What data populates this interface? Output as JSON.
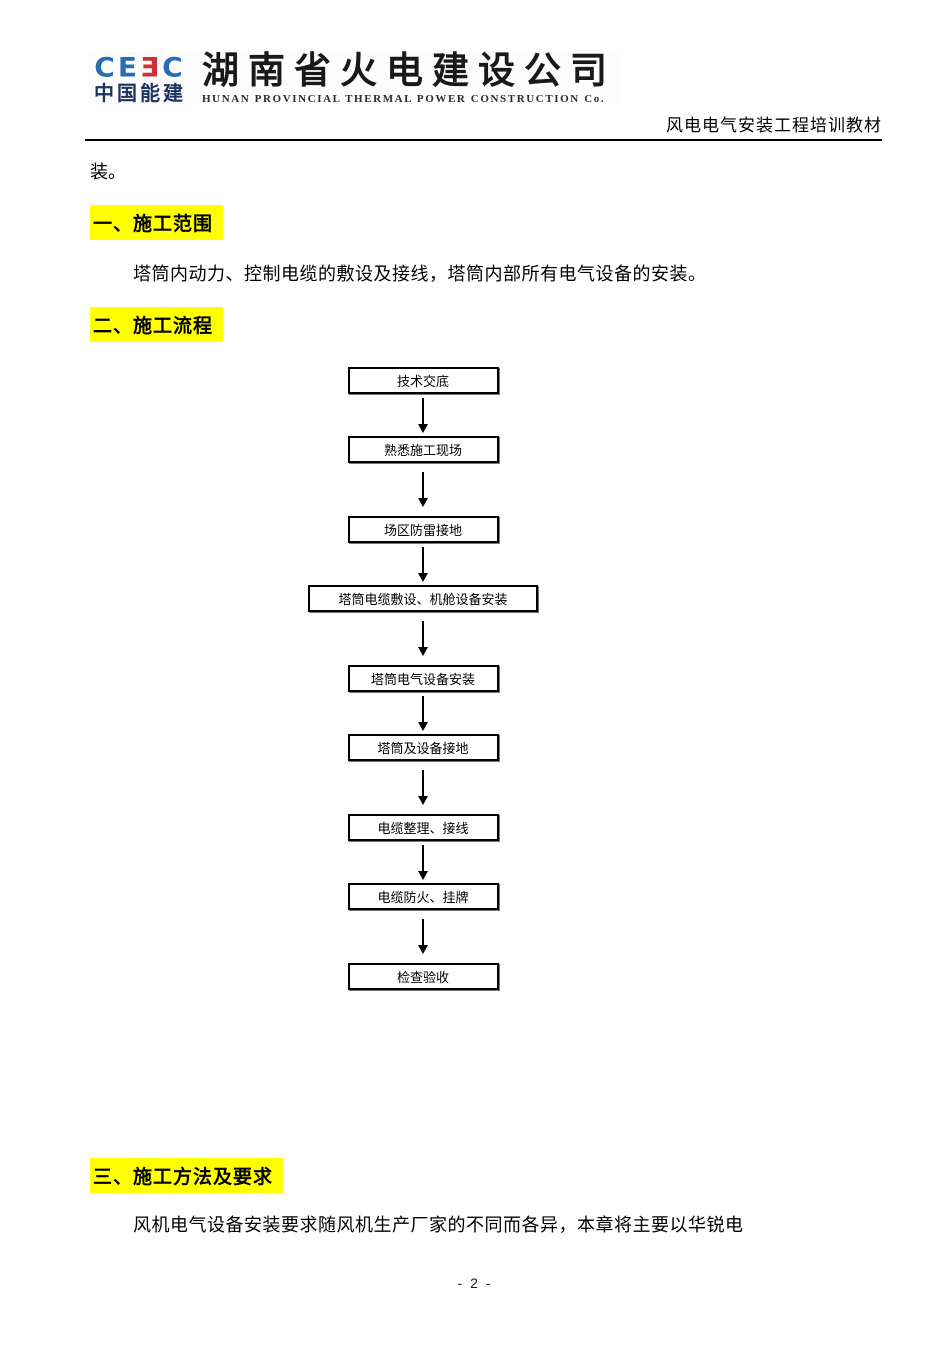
{
  "header": {
    "logo_letters": [
      "C",
      "E",
      "Ǝ",
      "C"
    ],
    "logo_cn": "中国能建",
    "company_cn": "湖南省火电建设公司",
    "company_en": "HUNAN PROVINCIAL THERMAL POWER CONSTRUCTION Co.",
    "doc_title": "风电电气安装工程培训教材"
  },
  "body": {
    "intro_fragment": "装。",
    "section1": {
      "heading": "一、施工范围",
      "paragraph": "塔筒内动力、控制电缆的敷设及接线，塔筒内部所有电气设备的安装。"
    },
    "section2": {
      "heading": "二、施工流程"
    },
    "section3": {
      "heading": "三、施工方法及要求",
      "paragraph": "风机电气设备安装要求随风机生产厂家的不同而各异，本章将主要以华锐电"
    }
  },
  "flowchart": {
    "steps": [
      "技术交底",
      "熟悉施工现场",
      "场区防雷接地",
      "塔筒电缆敷设、机舱设备安装",
      "塔筒电气设备安装",
      "塔筒及设备接地",
      "电缆整理、接线",
      "电缆防火、挂牌",
      "检查验收"
    ]
  },
  "colors": {
    "highlight": "#ffff00",
    "logo_blue": "#2a6cb3",
    "logo_red": "#cf2f35",
    "logo_navy": "#1d3461"
  },
  "footer": {
    "page_number": "- 2 -"
  }
}
